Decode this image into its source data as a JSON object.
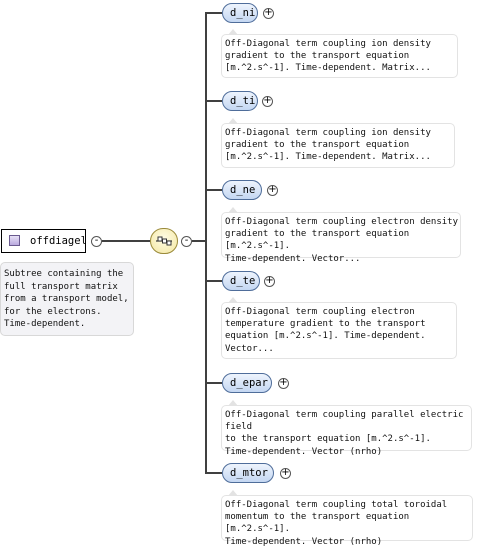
{
  "root": {
    "name": "offdiagel",
    "documentation": [
      "Subtree containing the",
      "full transport matrix",
      "from a transport model,",
      "for the electrons.",
      "Time-dependent."
    ]
  },
  "sequence": {
    "icon": "sequence-compositor-icon"
  },
  "children": [
    {
      "name": "d_ni",
      "documentation": [
        "Off-Diagonal term coupling ion density",
        "gradient to the transport equation",
        "[m.^2.s^-1]. Time-dependent. Matrix..."
      ]
    },
    {
      "name": "d_ti",
      "documentation": [
        "Off-Diagonal term coupling ion density",
        "gradient to the transport equation",
        "[m.^2.s^-1]. Time-dependent. Matrix..."
      ]
    },
    {
      "name": "d_ne",
      "documentation": [
        "Off-Diagonal term coupling electron density",
        "gradient to the transport equation [m.^2.s^-1].",
        "Time-dependent. Vector..."
      ]
    },
    {
      "name": "d_te",
      "documentation": [
        "Off-Diagonal term coupling electron",
        "temperature gradient to the transport",
        "equation [m.^2.s^-1]. Time-dependent.",
        "Vector..."
      ]
    },
    {
      "name": "d_epar",
      "documentation": [
        "Off-Diagonal term coupling parallel electric field",
        "to the transport equation [m.^2.s^-1].",
        "Time-dependent. Vector (nrho)"
      ]
    },
    {
      "name": "d_mtor",
      "documentation": [
        "Off-Diagonal term coupling total toroidal",
        "momentum to the transport equation [m.^2.s^-1].",
        "Time-dependent. Vector (nrho)"
      ]
    }
  ],
  "expand_symbol": "+",
  "collapse_symbol": "-"
}
